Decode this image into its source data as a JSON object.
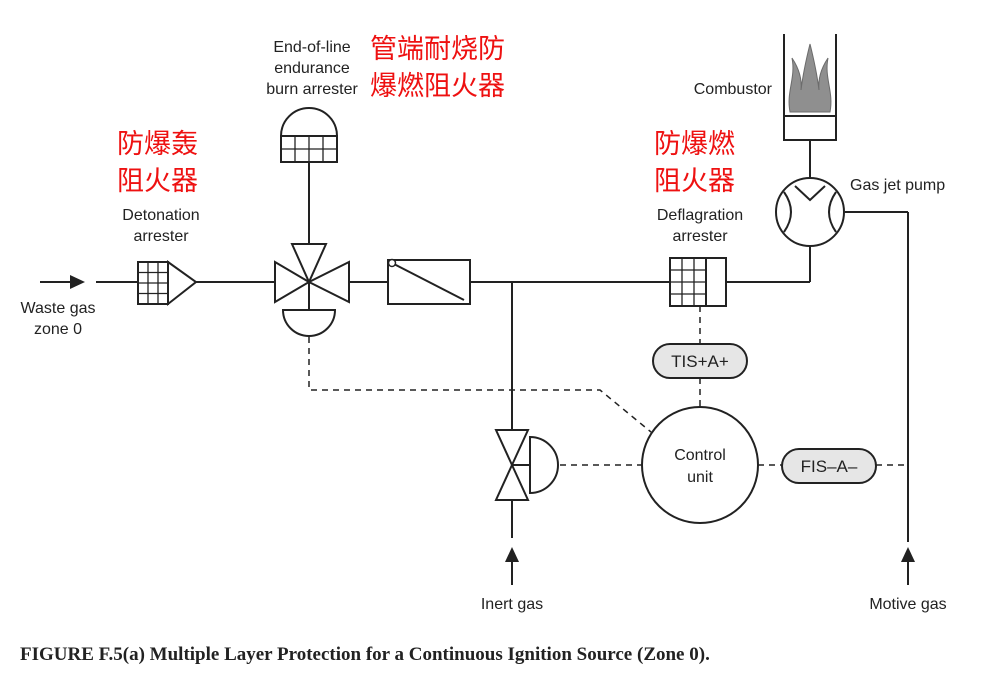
{
  "annotations": {
    "end_of_line_zh": [
      "管端耐烧防",
      "爆燃阻火器"
    ],
    "detonation_zh": [
      "防爆轰",
      "阻火器"
    ],
    "deflagration_zh": [
      "防爆燃",
      "阻火器"
    ],
    "color": "#ee1111"
  },
  "labels": {
    "end_of_line": [
      "End-of-line",
      "endurance",
      "burn arrester"
    ],
    "detonation": [
      "Detonation",
      "arrester"
    ],
    "deflagration": [
      "Deflagration",
      "arrester"
    ],
    "waste_gas": [
      "Waste gas",
      "zone 0"
    ],
    "combustor": "Combustor",
    "gas_jet_pump": "Gas jet pump",
    "control_unit": [
      "Control",
      "unit"
    ],
    "inert_gas": "Inert gas",
    "motive_gas": "Motive gas"
  },
  "instruments": {
    "tis": "TIS+A+",
    "fis": "FIS–A–"
  },
  "caption": "FIGURE F.5(a)   Multiple Layer Protection for a Continuous Ignition Source (Zone 0)."
}
